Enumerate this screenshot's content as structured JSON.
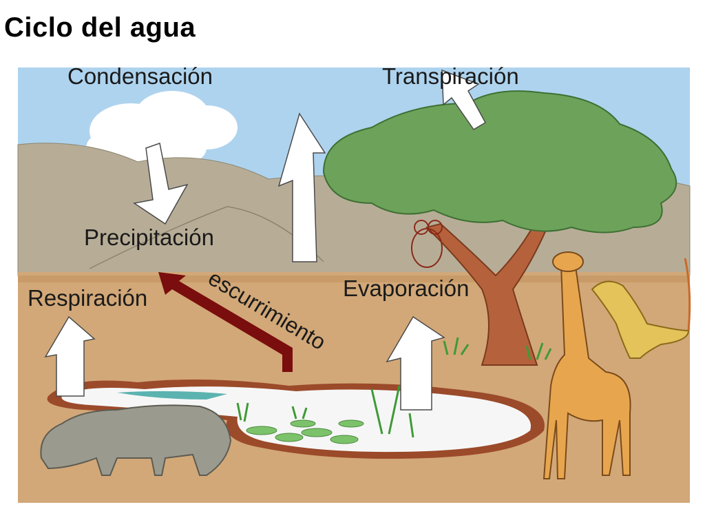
{
  "title": "Ciclo del agua",
  "labels": {
    "condensacion": "Condensación",
    "transpiracion": "Transpiración",
    "precipitacion": "Precipitación",
    "respiracion": "Respiración",
    "evaporacion": "Evaporación",
    "escurrimiento": "escurrimiento"
  },
  "colors": {
    "sky": "#aed3ee",
    "hills": "#b7ad97",
    "ground": "#d2a878",
    "pond": "#f6f6f6",
    "tree_canopy": "#6da25a",
    "runoff_arrow": "#7a0d0d",
    "arrow_fill": "#ffffff"
  }
}
